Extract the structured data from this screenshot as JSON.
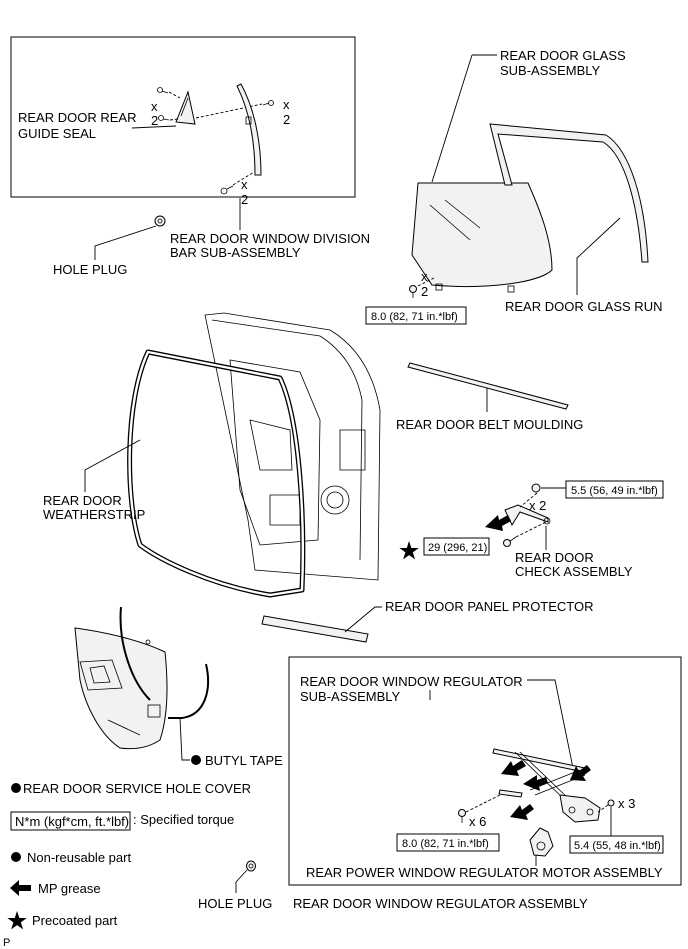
{
  "labels": {
    "guide_seal_l1": "REAR DOOR REAR",
    "guide_seal_l2": "GUIDE SEAL",
    "division_bar_l1": "REAR DOOR WINDOW DIVISION",
    "division_bar_l2": "BAR SUB-ASSEMBLY",
    "hole_plug_top": "HOLE PLUG",
    "glass_l1": "REAR DOOR GLASS",
    "glass_l2": "SUB-ASSEMBLY",
    "glass_run": "REAR DOOR GLASS RUN",
    "belt_moulding": "REAR DOOR BELT MOULDING",
    "weatherstrip_l1": "REAR DOOR",
    "weatherstrip_l2": "WEATHERSTRIP",
    "check_l1": "REAR DOOR",
    "check_l2": "CHECK ASSEMBLY",
    "panel_protector": "REAR DOOR PANEL PROTECTOR",
    "butyl_tape": "BUTYL TAPE",
    "service_hole_cover": "REAR DOOR SERVICE HOLE COVER",
    "regulator_sub_l1": "REAR DOOR WINDOW REGULATOR",
    "regulator_sub_l2": "SUB-ASSEMBLY",
    "motor_assembly": "REAR POWER WINDOW REGULATOR MOTOR ASSEMBLY",
    "regulator_assembly": "REAR DOOR WINDOW REGULATOR ASSEMBLY",
    "hole_plug_bottom": "HOLE PLUG"
  },
  "quantities": {
    "guide_seal_x": "x",
    "guide_seal_n": "2",
    "bar_upper_x": "x",
    "bar_upper_n": "2",
    "bar_lower_x": "x",
    "bar_lower_n": "2",
    "glass_x": "x",
    "glass_n": "2",
    "check": "x 2",
    "regulator_bolts": "x 6",
    "regulator_nuts": "x 3"
  },
  "torques": {
    "glass": "8.0 (82, 71 in.*lbf)",
    "check_nut": "5.5 (56, 49 in.*lbf)",
    "check_bolt": "29 (296, 21)",
    "regulator_bolt": "8.0 (82, 71 in.*lbf)",
    "regulator_nut": "5.4 (55, 48 in.*lbf)"
  },
  "legend": {
    "torque_unit": "N*m (kgf*cm, ft.*lbf)",
    "torque_desc": ": Specified torque",
    "non_reusable": "Non-reusable part",
    "mp_grease": "MP grease",
    "precoated": "Precoated part"
  },
  "footer": {
    "page_mark": "P"
  },
  "colors": {
    "ink": "#000000",
    "paper": "#ffffff",
    "part_fill": "#f2f2f2"
  }
}
